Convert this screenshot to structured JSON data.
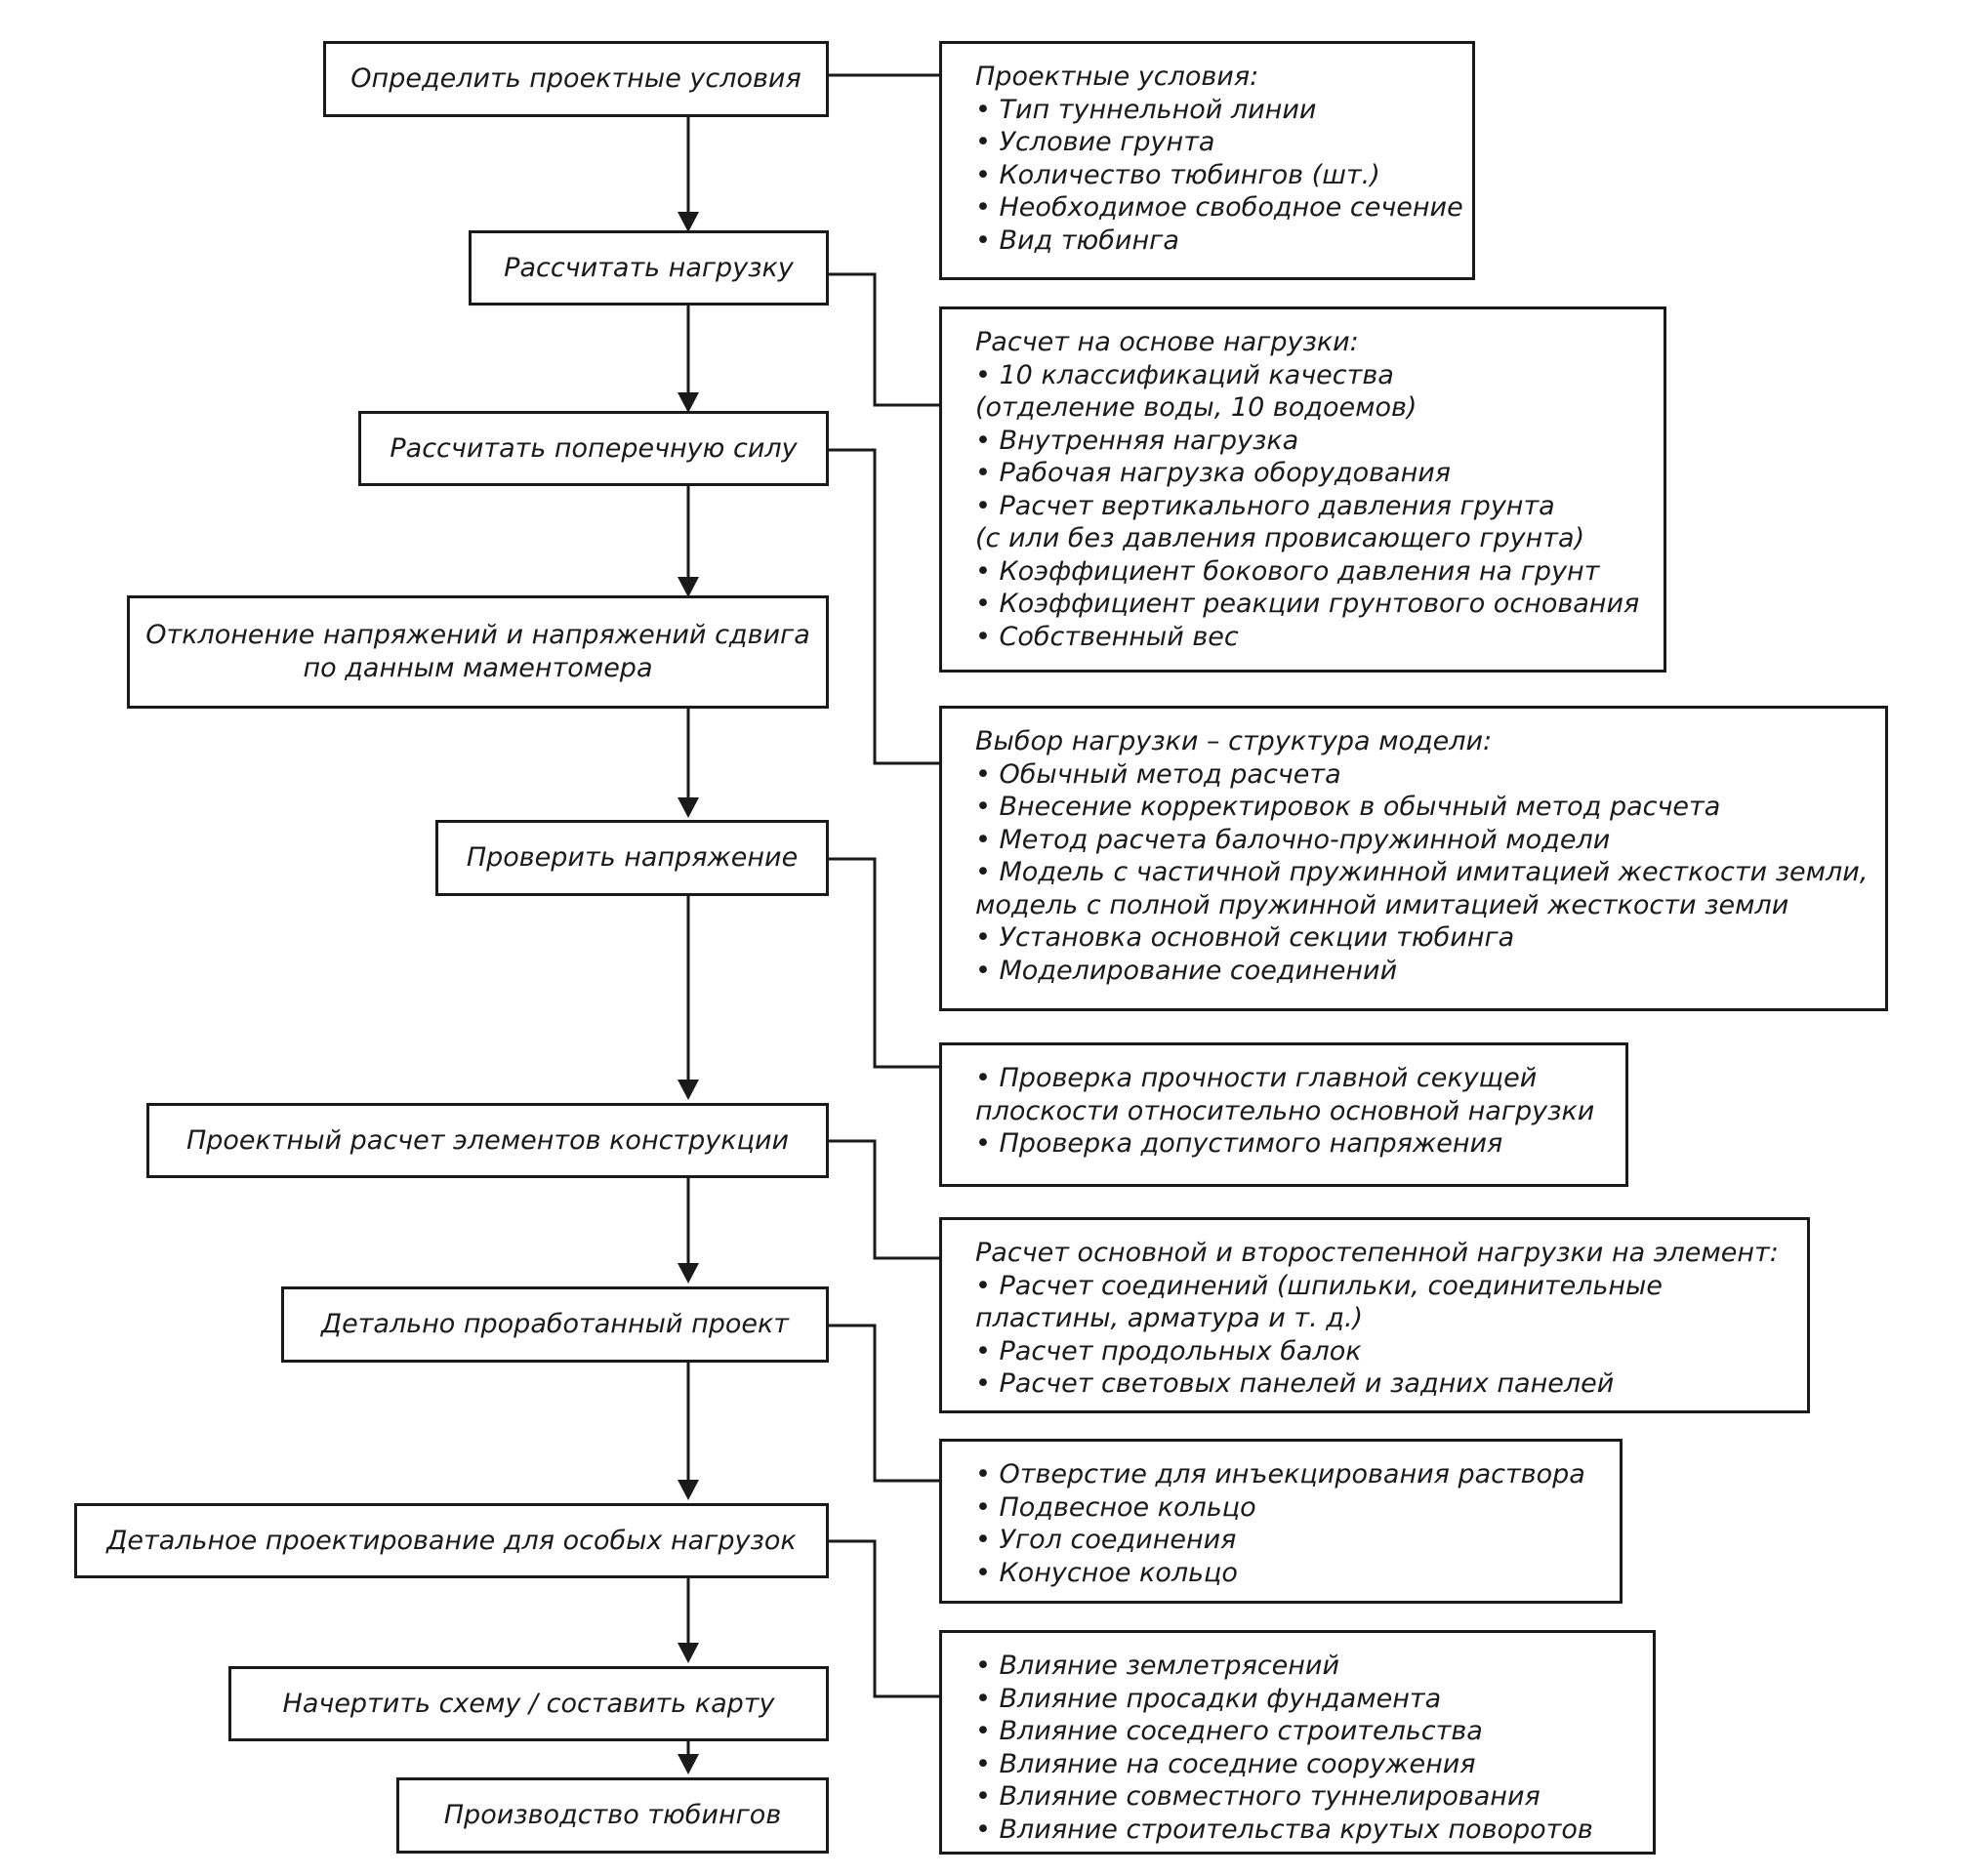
{
  "steps": [
    {
      "id": "s1",
      "lines": [
        "Определить проектные условия"
      ]
    },
    {
      "id": "s2",
      "lines": [
        "Рассчитать нагрузку"
      ]
    },
    {
      "id": "s3",
      "lines": [
        "Рассчитать поперечную силу"
      ]
    },
    {
      "id": "s4",
      "lines": [
        "Отклонение напряжений и напряжений сдвига",
        "по данным маментомера"
      ]
    },
    {
      "id": "s5",
      "lines": [
        "Проверить напряжение"
      ]
    },
    {
      "id": "s6",
      "lines": [
        "Проектный расчет элементов конструкции"
      ]
    },
    {
      "id": "s7",
      "lines": [
        "Детально проработанный проект"
      ]
    },
    {
      "id": "s8",
      "lines": [
        "Детальное проектирование для особых нагрузок"
      ]
    },
    {
      "id": "s9",
      "lines": [
        "Начертить схему / составить карту"
      ]
    },
    {
      "id": "s10",
      "lines": [
        "Производство тюбингов"
      ]
    }
  ],
  "notes": [
    {
      "id": "n1",
      "lines": [
        "Проектные условия:",
        "• Тип туннельной линии",
        "• Условие грунта",
        "• Количество тюбингов (шт.)",
        "• Необходимое свободное сечение",
        "• Вид тюбинга"
      ]
    },
    {
      "id": "n2",
      "lines": [
        "Расчет на основе нагрузки:",
        "• 10 классификаций качества",
        "(отделение воды, 10 водоемов)",
        "• Внутренняя нагрузка",
        "• Рабочая нагрузка оборудования",
        "• Расчет вертикального давления грунта",
        "(с или без давления провисающего грунта)",
        "• Коэффициент бокового давления на грунт",
        "• Коэффициент реакции грунтового основания",
        "• Собственный вес"
      ]
    },
    {
      "id": "n3",
      "lines": [
        "Выбор нагрузки – структура модели:",
        "• Обычный метод расчета",
        "• Внесение корректировок в обычный метод расчета",
        "• Метод расчета балочно-пружинной модели",
        "• Модель с частичной пружинной имитацией жесткости земли,",
        "модель с полной пружинной имитацией жесткости земли",
        "• Установка основной секции тюбинга",
        "• Моделирование соединений"
      ]
    },
    {
      "id": "n4",
      "lines": [
        "• Проверка прочности главной секущей",
        "плоскости относительно основной нагрузки",
        "• Проверка допустимого напряжения"
      ]
    },
    {
      "id": "n5",
      "lines": [
        "Расчет основной и второстепенной нагрузки на элемент:",
        "•  Расчет соединений (шпильки, соединительные",
        "пластины, арматура и т. д.)",
        "• Расчет продольных балок",
        "• Расчет световых панелей и задних панелей"
      ]
    },
    {
      "id": "n6",
      "lines": [
        "• Отверстие для инъекцирования раствора",
        "• Подвесное кольцо",
        "• Угол соединения",
        "• Конусное кольцо"
      ]
    },
    {
      "id": "n7",
      "lines": [
        "• Влияние землетрясений",
        "• Влияние просадки фундамента",
        "• Влияние соседнего строительства",
        "• Влияние на соседние сооружения",
        "• Влияние совместного туннелирования",
        "• Влияние строительства крутых поворотов"
      ]
    }
  ]
}
